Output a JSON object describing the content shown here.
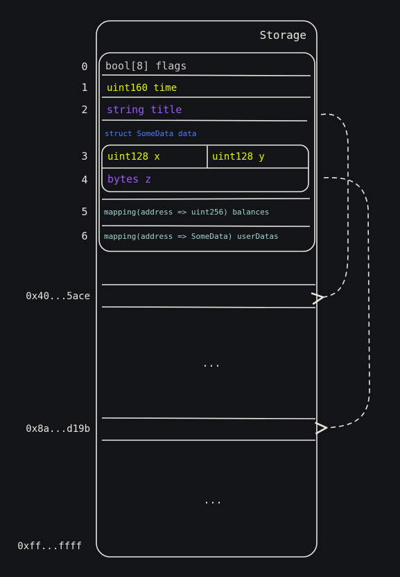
{
  "storage_title": "Storage",
  "colors": {
    "background": "#121417",
    "ink": "#e8e6df",
    "yellow": "#e8f500",
    "purple": "#9b59ff",
    "blue": "#4f7dff",
    "teal": "#a7d3d3"
  },
  "slot_indices": [
    "0",
    "1",
    "2",
    "3",
    "4",
    "5",
    "6"
  ],
  "slots": {
    "flags": "bool[8] flags",
    "time": "uint160 time",
    "title": "string title",
    "struct_label": "struct SomeData data",
    "x": "uint128 x",
    "y": "uint128 y",
    "z": "bytes z",
    "balances": "mapping(address => uint256) balances",
    "user_datas": "mapping(address => SomeData) userDatas"
  },
  "addresses": {
    "a": "0x40...5ace",
    "b": "0x8a...d19b",
    "end": "0xff...ffff"
  },
  "ellipsis": "..."
}
